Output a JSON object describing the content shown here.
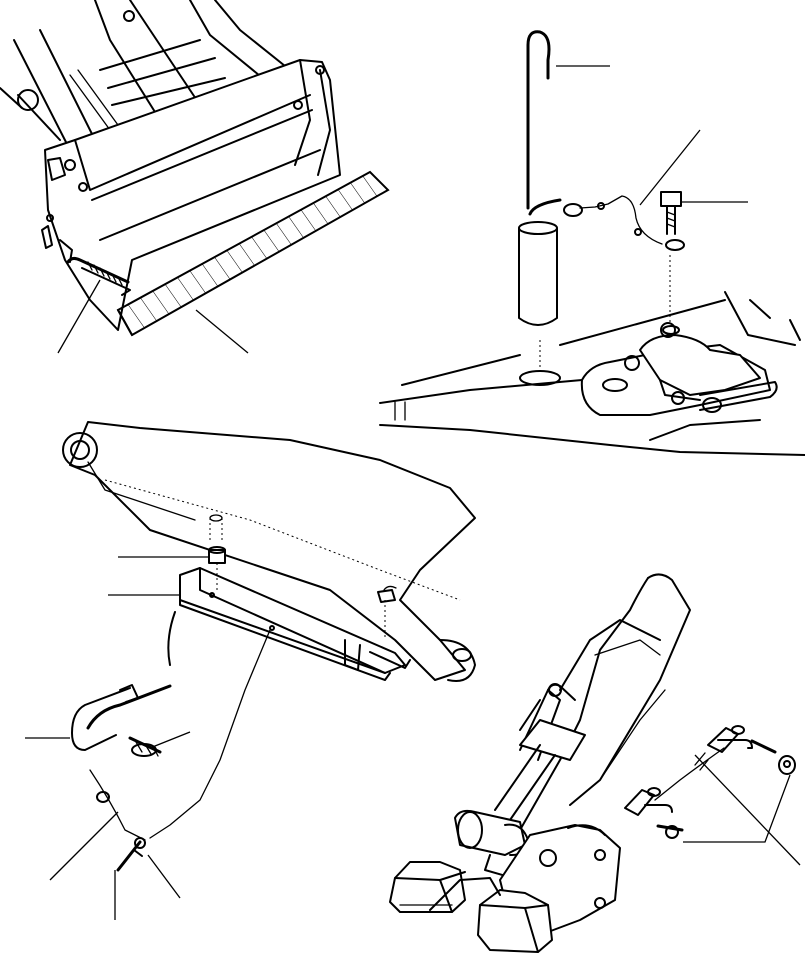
{
  "figure": {
    "panels": [
      {
        "id": "bucket-stopper",
        "leaders": 2
      },
      {
        "id": "lock-pin-stowage",
        "leaders": 3
      },
      {
        "id": "lift-arm-support",
        "leaders": 6
      },
      {
        "id": "backhoe-lock",
        "leaders": 2
      }
    ],
    "labels_printed": []
  }
}
